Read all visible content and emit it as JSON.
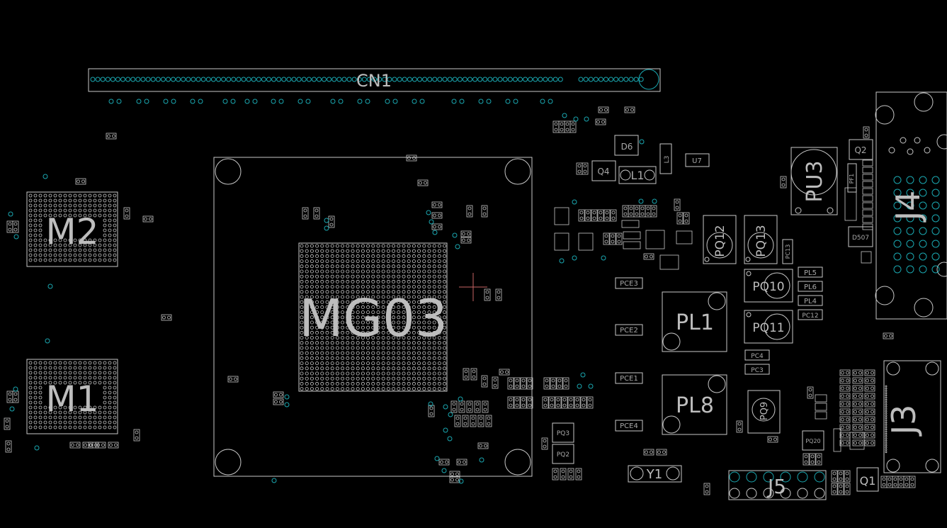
{
  "view": {
    "background": "#000000",
    "outline_color": "#c8c8c8",
    "via_color": "#1aa7b0",
    "cursor_color": "#c86464"
  },
  "labels": {
    "cn1": "CN1",
    "mg03": "MG03",
    "m2": "M2",
    "m1": "M1",
    "pu3": "PU3",
    "j4": "J4",
    "j3": "J3",
    "j5": "J5",
    "pl1": "PL1",
    "pl8": "PL8",
    "pq12": "PQ12",
    "pq13": "PQ13",
    "pq10": "PQ10",
    "pq11": "PQ11",
    "pq9": "PQ9",
    "y1": "Y1",
    "q1": "Q1",
    "q2": "Q2",
    "q4": "Q4",
    "l1": "L1",
    "d6": "D6",
    "l3": "L3",
    "u7": "U7",
    "pce3": "PCE3",
    "pce2": "PCE2",
    "pce1": "PCE1",
    "pce4": "PCE4",
    "pl5": "PL5",
    "pl6": "PL6",
    "pl4": "PL4",
    "pc12": "PC12",
    "pc4": "PC4",
    "pc3": "PC3",
    "pc13": "PC13",
    "pq3": "PQ3",
    "pq2": "PQ2",
    "pq20": "PQ20",
    "d507": "D507",
    "pf1": "PF1"
  }
}
